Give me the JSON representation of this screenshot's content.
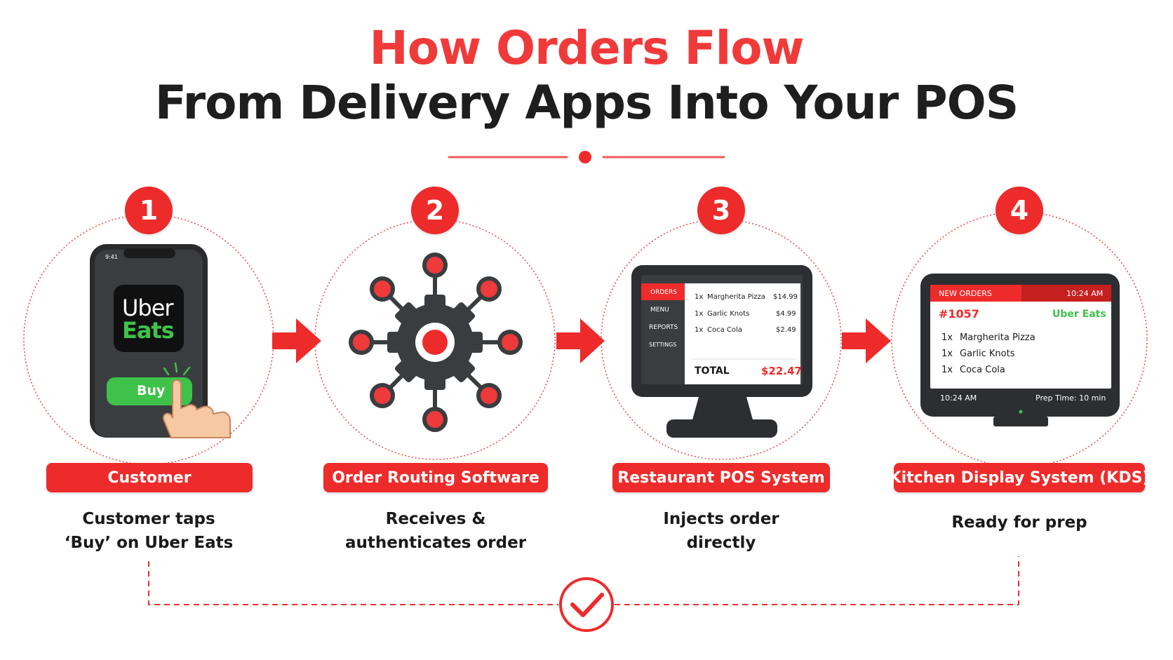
{
  "title": {
    "line1": "How Orders Flow",
    "line2": "From Delivery Apps Into Your POS"
  },
  "colors": {
    "accent": "#ee2b2b",
    "dark": "#1e1e1e",
    "uber_green": "#3ec24a"
  },
  "steps": [
    {
      "number": "1",
      "label": "Customer",
      "desc_line1": "Customer taps",
      "desc_line2": "‘Buy’ on Uber Eats",
      "icon": "smartphone-icon"
    },
    {
      "number": "2",
      "label": "Order Routing Software",
      "desc_line1": "Receives &",
      "desc_line2": "authenticates order",
      "icon": "gear-network-icon"
    },
    {
      "number": "3",
      "label": "Restaurant POS System",
      "desc_line1": "Injects order",
      "desc_line2": "directly",
      "icon": "pos-terminal-icon"
    },
    {
      "number": "4",
      "label": "Kitchen Display System (KDS)",
      "desc_line1": "Ready for prep",
      "desc_line2": "",
      "icon": "kitchen-display-icon"
    }
  ],
  "phone": {
    "time": "9:41",
    "app_word1": "Uber",
    "app_word2": "Eats",
    "buy_label": "Buy"
  },
  "pos": {
    "menu": [
      "ORDERS",
      "MENU",
      "REPORTS",
      "SETTINGS"
    ],
    "items": [
      {
        "qty": "1x",
        "name": "Margherita Pizza",
        "price": "$14.99"
      },
      {
        "qty": "1x",
        "name": "Garlic Knots",
        "price": "$4.99"
      },
      {
        "qty": "1x",
        "name": "Coca Cola",
        "price": "$2.49"
      }
    ],
    "total_label": "TOTAL",
    "total_value": "$22.47"
  },
  "kds": {
    "header_left": "NEW ORDERS",
    "header_time": "10:24 AM",
    "order_id": "#1057",
    "source": "Uber Eats",
    "items": [
      {
        "qty": "1x",
        "name": "Margherita Pizza"
      },
      {
        "qty": "1x",
        "name": "Garlic Knots"
      },
      {
        "qty": "1x",
        "name": "Coca Cola"
      }
    ],
    "footer_time": "10:24 AM",
    "footer_prep": "Prep Time: 10 min"
  }
}
